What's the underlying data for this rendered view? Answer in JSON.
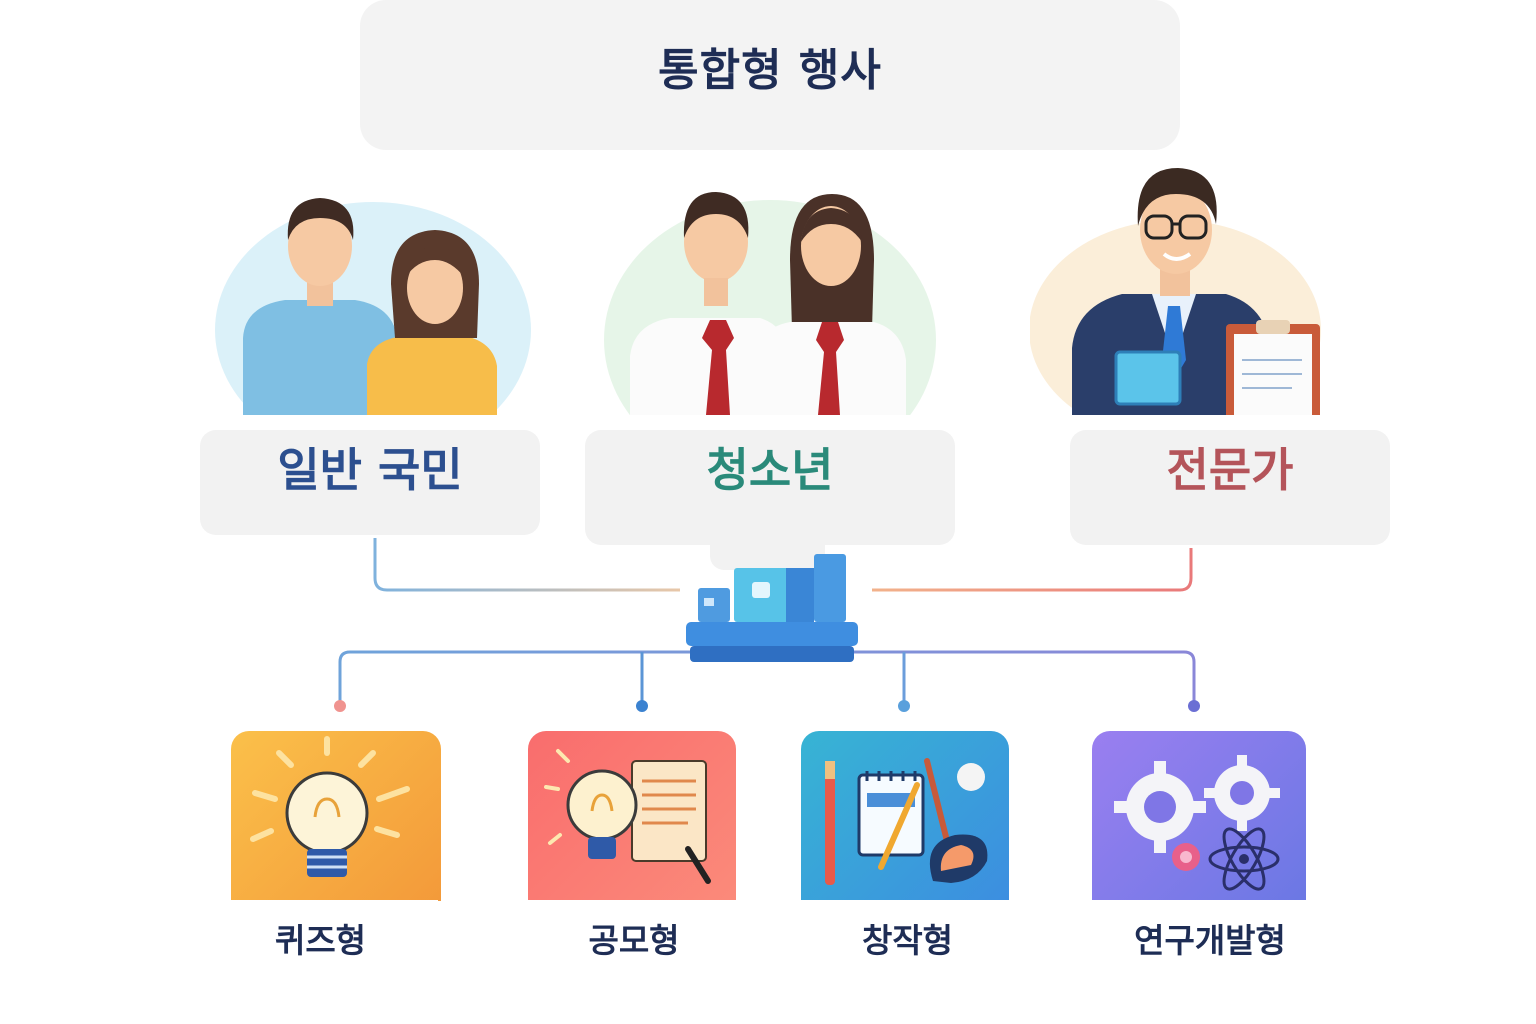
{
  "title": "통합형 행사",
  "audiences": [
    {
      "label": "일반 국민",
      "color": "#2c4f8f"
    },
    {
      "label": "청소년",
      "color": "#2a8a7a"
    },
    {
      "label": "전문가",
      "color": "#b4545a"
    }
  ],
  "types": [
    {
      "label": "퀴즈형"
    },
    {
      "label": "공모형"
    },
    {
      "label": "창작형"
    },
    {
      "label": "연구개발형"
    }
  ]
}
